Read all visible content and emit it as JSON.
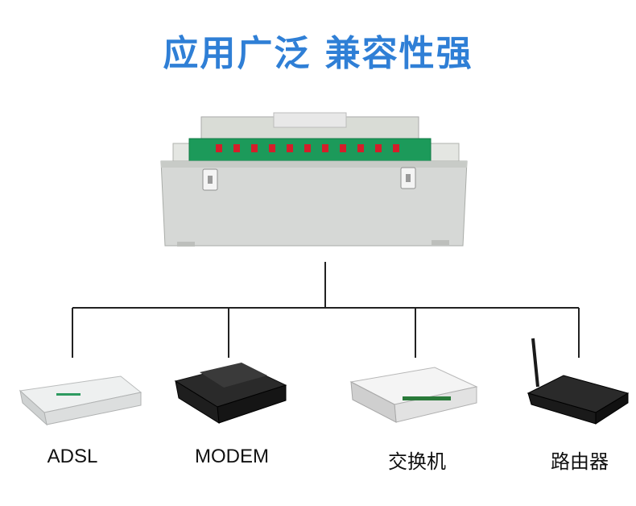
{
  "title": "应用广泛 兼容性强",
  "devices": [
    {
      "label": "ADSL"
    },
    {
      "label": "MODEM"
    },
    {
      "label": "交换机"
    },
    {
      "label": "路由器"
    }
  ]
}
